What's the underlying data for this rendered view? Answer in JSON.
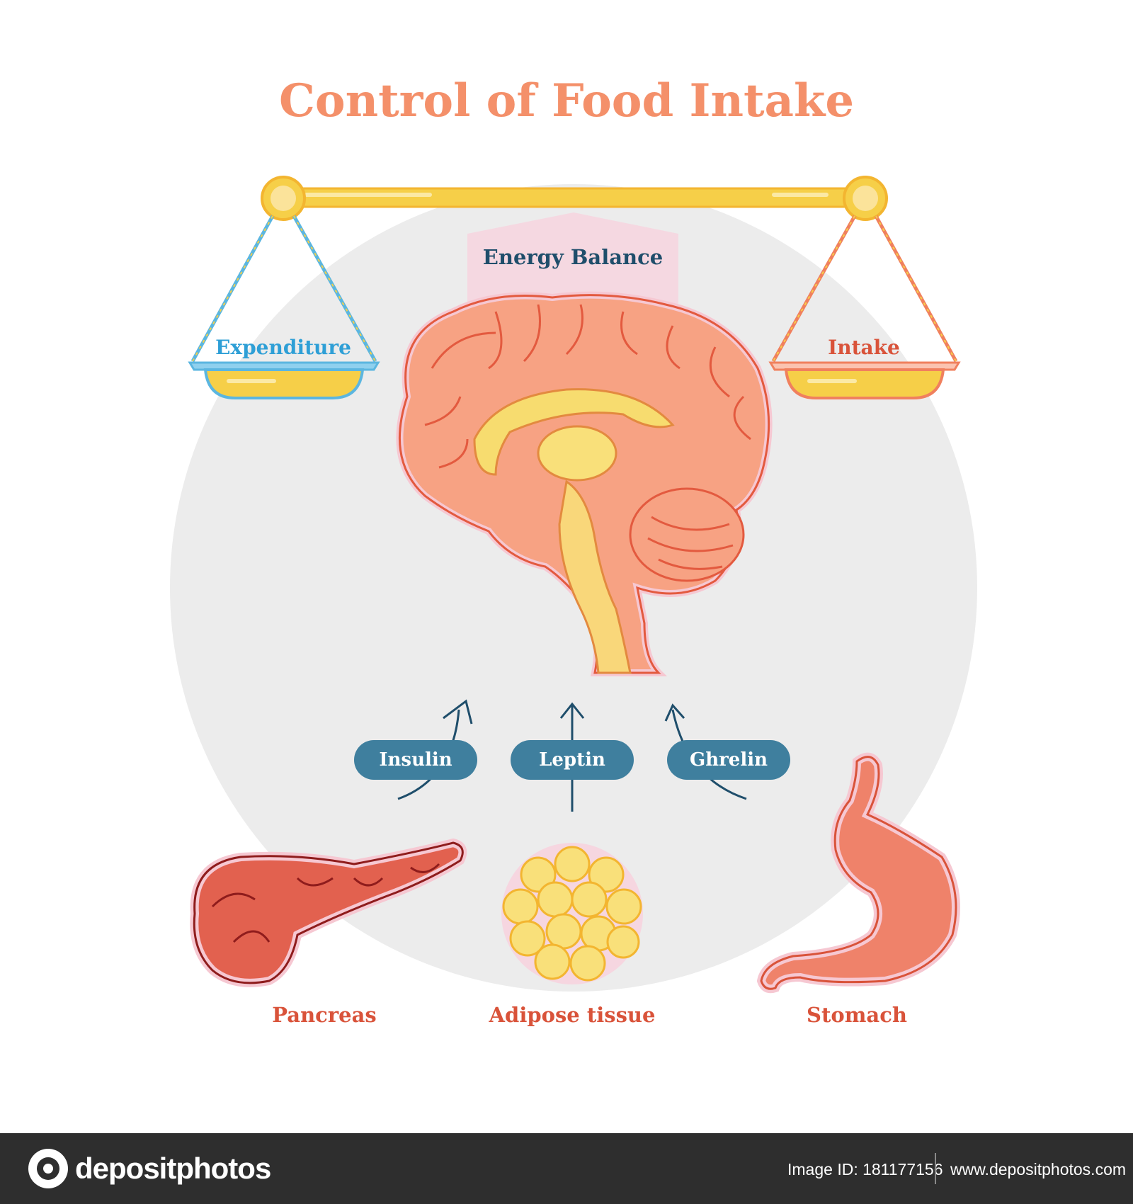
{
  "diagram": {
    "title": "Control of Food Intake",
    "balance_label": "Energy Balance",
    "left_pan_label": "Expenditure",
    "right_pan_label": "Intake",
    "hormones": [
      {
        "label": "Insulin"
      },
      {
        "label": "Leptin"
      },
      {
        "label": "Ghrelin"
      }
    ],
    "organs": [
      {
        "label": "Pancreas"
      },
      {
        "label": "Adipose tissue"
      },
      {
        "label": "Stomach"
      }
    ]
  },
  "footer": {
    "brand": "depositphotos",
    "image_id": "Image ID: 181177156",
    "site": "www.depositphotos.com"
  },
  "colors": {
    "title": "#f4906a",
    "expenditure": "#2e9fd6",
    "intake": "#d9533a",
    "balance_text": "#1f4e6b",
    "pill": "#3f7f9e",
    "organ_label": "#d9533a",
    "scale_gold": "#f6cf48",
    "circle_bg": "#ececec",
    "footer_bg": "#2e2e2e"
  },
  "icons": [
    "brain-icon",
    "pancreas-icon",
    "adipose-tissue-icon",
    "stomach-icon",
    "scale-icon",
    "arrow-up-icon",
    "depositphotos-logo-icon"
  ]
}
